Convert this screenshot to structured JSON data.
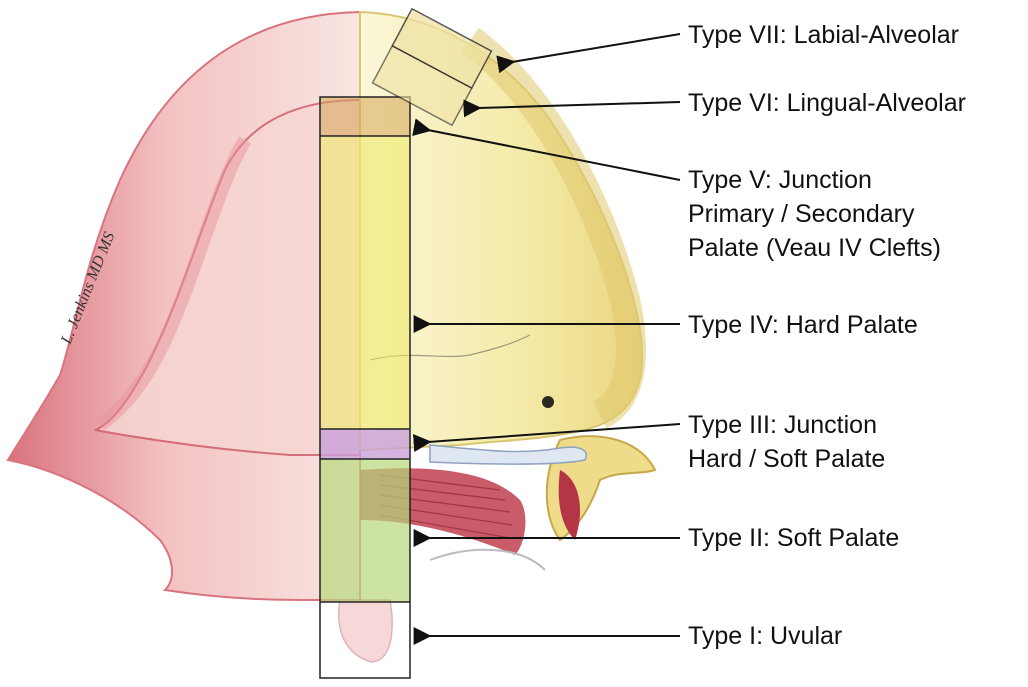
{
  "diagram": {
    "labels": [
      {
        "id": "type-vii",
        "lines": [
          "Type VII: Labial-Alveolar"
        ]
      },
      {
        "id": "type-vi",
        "lines": [
          "Type VI: Lingual-Alveolar"
        ]
      },
      {
        "id": "type-v",
        "lines": [
          "Type V: Junction",
          "Primary / Secondary",
          "Palate (Veau IV Clefts)"
        ]
      },
      {
        "id": "type-iv",
        "lines": [
          "Type IV: Hard Palate"
        ]
      },
      {
        "id": "type-iii",
        "lines": [
          "Type III: Junction",
          "Hard / Soft Palate"
        ]
      },
      {
        "id": "type-ii",
        "lines": [
          "Type II: Soft Palate"
        ]
      },
      {
        "id": "type-i",
        "lines": [
          "Type I: Uvular"
        ]
      }
    ],
    "colors": {
      "soft_tissue": "#e8a1a8",
      "soft_tissue_dark": "#cf5f6c",
      "bone": "#f4eaa6",
      "bone_shadow": "#e6d37a",
      "zone_yellow": "#eeea6a",
      "zone_purple": "#c9a0d8",
      "zone_green": "#b8d77a",
      "muscle": "#c0404f",
      "line": "#111111"
    },
    "signature": "L. Jenkins MD MS"
  }
}
